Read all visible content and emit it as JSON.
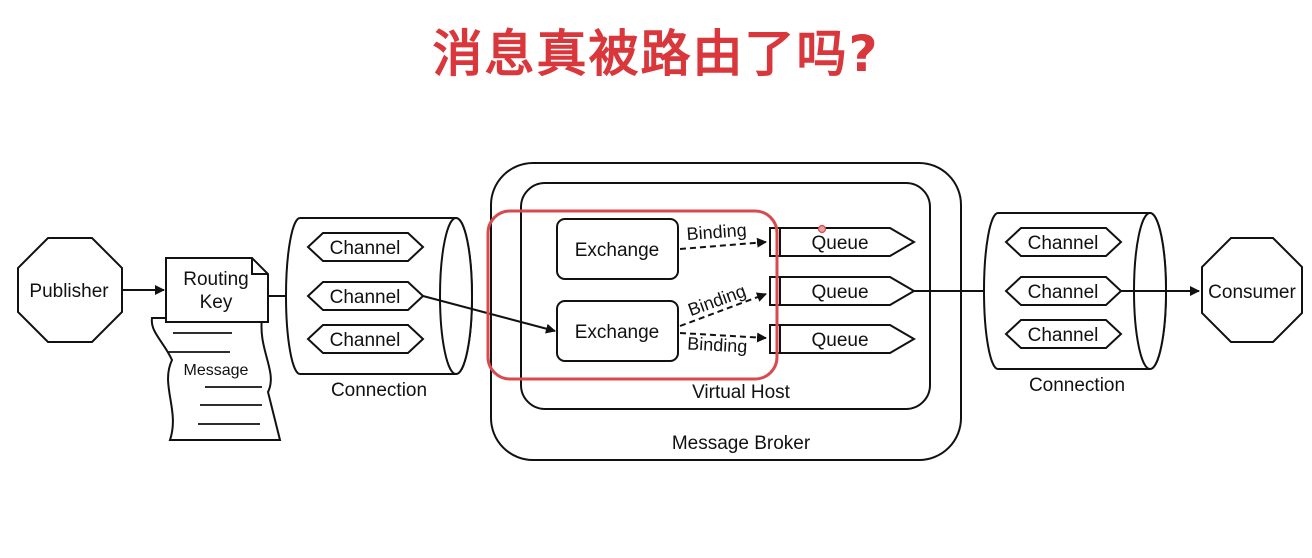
{
  "title": "消息真被路由了吗?",
  "publisher": {
    "label": "Publisher"
  },
  "routing_key": {
    "line1": "Routing",
    "line2": "Key"
  },
  "message": {
    "label": "Message"
  },
  "left_connection": {
    "channels": [
      "Channel",
      "Channel",
      "Channel"
    ],
    "label": "Connection"
  },
  "broker": {
    "label": "Message Broker",
    "virtual_host": {
      "label": "Virtual Host",
      "exchanges": [
        "Exchange",
        "Exchange"
      ],
      "bindings": [
        "Binding",
        "Binding",
        "Binding"
      ],
      "queues": [
        "Queue",
        "Queue",
        "Queue"
      ]
    }
  },
  "right_connection": {
    "channels": [
      "Channel",
      "Channel",
      "Channel"
    ],
    "label": "Connection"
  },
  "consumer": {
    "label": "Consumer"
  },
  "colors": {
    "title": "#d9373b",
    "highlight": "#d94a4e",
    "stroke": "#111111"
  }
}
